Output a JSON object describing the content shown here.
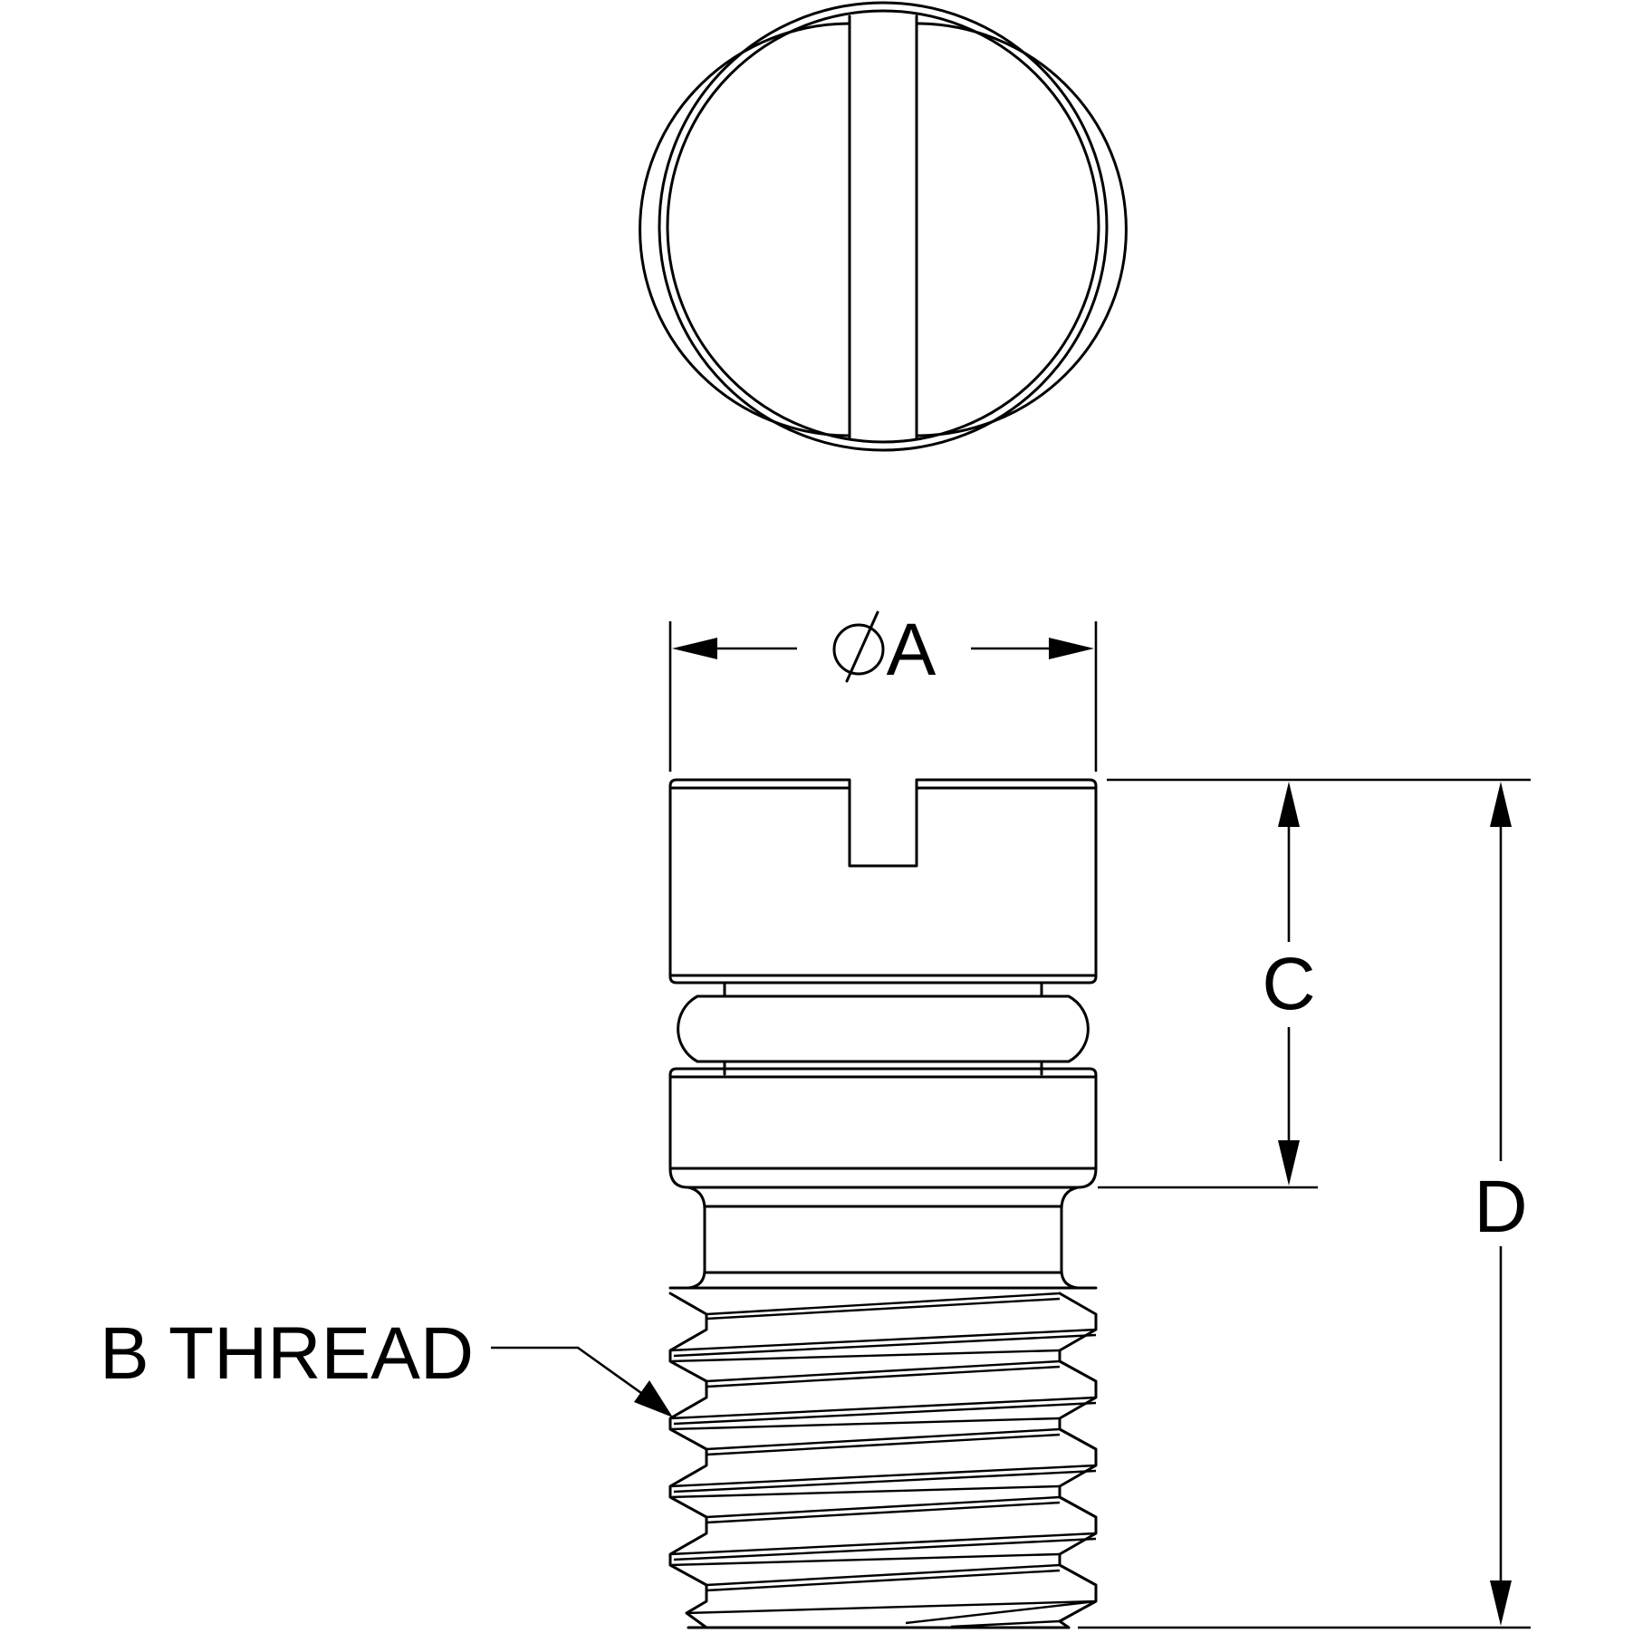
{
  "labels": {
    "dim_a": "A",
    "dim_b": "B THREAD",
    "dim_c": "C",
    "dim_d": "D"
  },
  "colors": {
    "line": "#000000",
    "background": "#ffffff"
  },
  "icons": {
    "diameter_symbol": "diameter-icon"
  }
}
